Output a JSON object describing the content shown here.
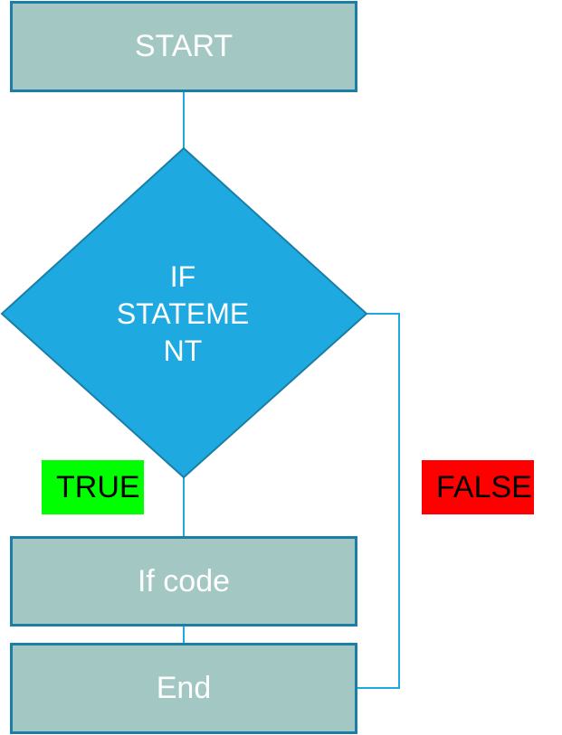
{
  "flowchart": {
    "start_label": "START",
    "decision_label": "IF STATEMENT",
    "decision_lines": [
      "IF",
      "STATEME",
      "NT"
    ],
    "true_label": "TRUE",
    "false_label": "FALSE",
    "if_code_label": "If code",
    "end_label": "End"
  },
  "colors": {
    "process_fill": "#a3c8c4",
    "process_border": "#1a7ea6",
    "decision_fill": "#1eaae1",
    "connector": "#1eaae1",
    "true_badge": "#00ff00",
    "false_badge": "#ff0000"
  }
}
